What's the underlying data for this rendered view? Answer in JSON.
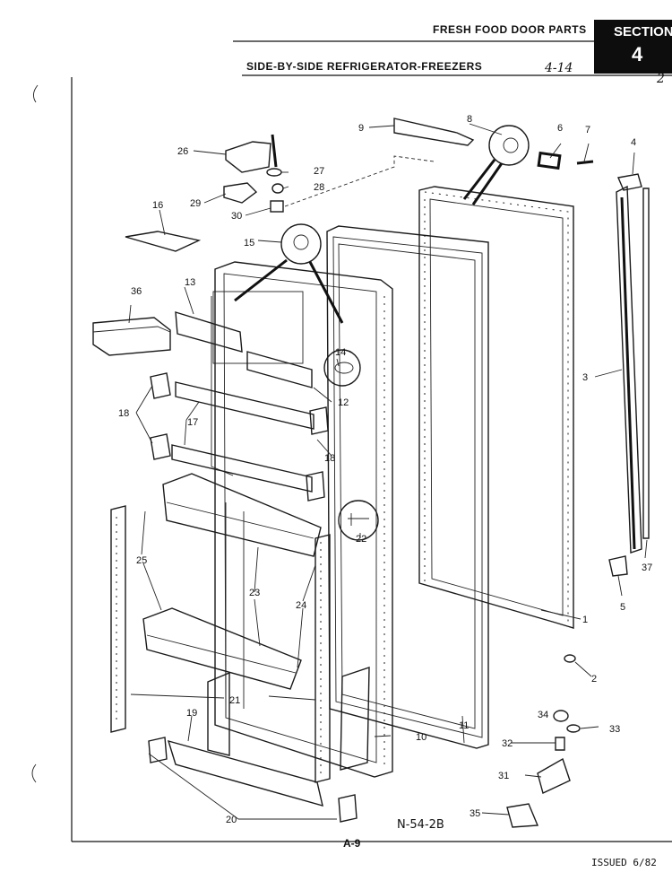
{
  "header": {
    "title": "FRESH FOOD DOOR PARTS",
    "subtitle": "SIDE-BY-SIDE REFRIGERATOR-FREEZERS",
    "section_label": "SECTION",
    "section_number": "4",
    "handwritten_note_1": "4-14",
    "handwritten_note_2": "2"
  },
  "diagram": {
    "reference_code": "N-54-2B",
    "page_number": "A-9"
  },
  "callouts": [
    "1",
    "2",
    "3",
    "4",
    "5",
    "6",
    "7",
    "8",
    "9",
    "10",
    "11",
    "12",
    "13",
    "14",
    "15",
    "16",
    "17",
    "18",
    "18",
    "19",
    "20",
    "21",
    "22",
    "23",
    "24",
    "25",
    "26",
    "27",
    "28",
    "29",
    "30",
    "31",
    "32",
    "33",
    "34",
    "35",
    "36",
    "37"
  ],
  "footer": {
    "issued": "ISSUED 6/82"
  }
}
